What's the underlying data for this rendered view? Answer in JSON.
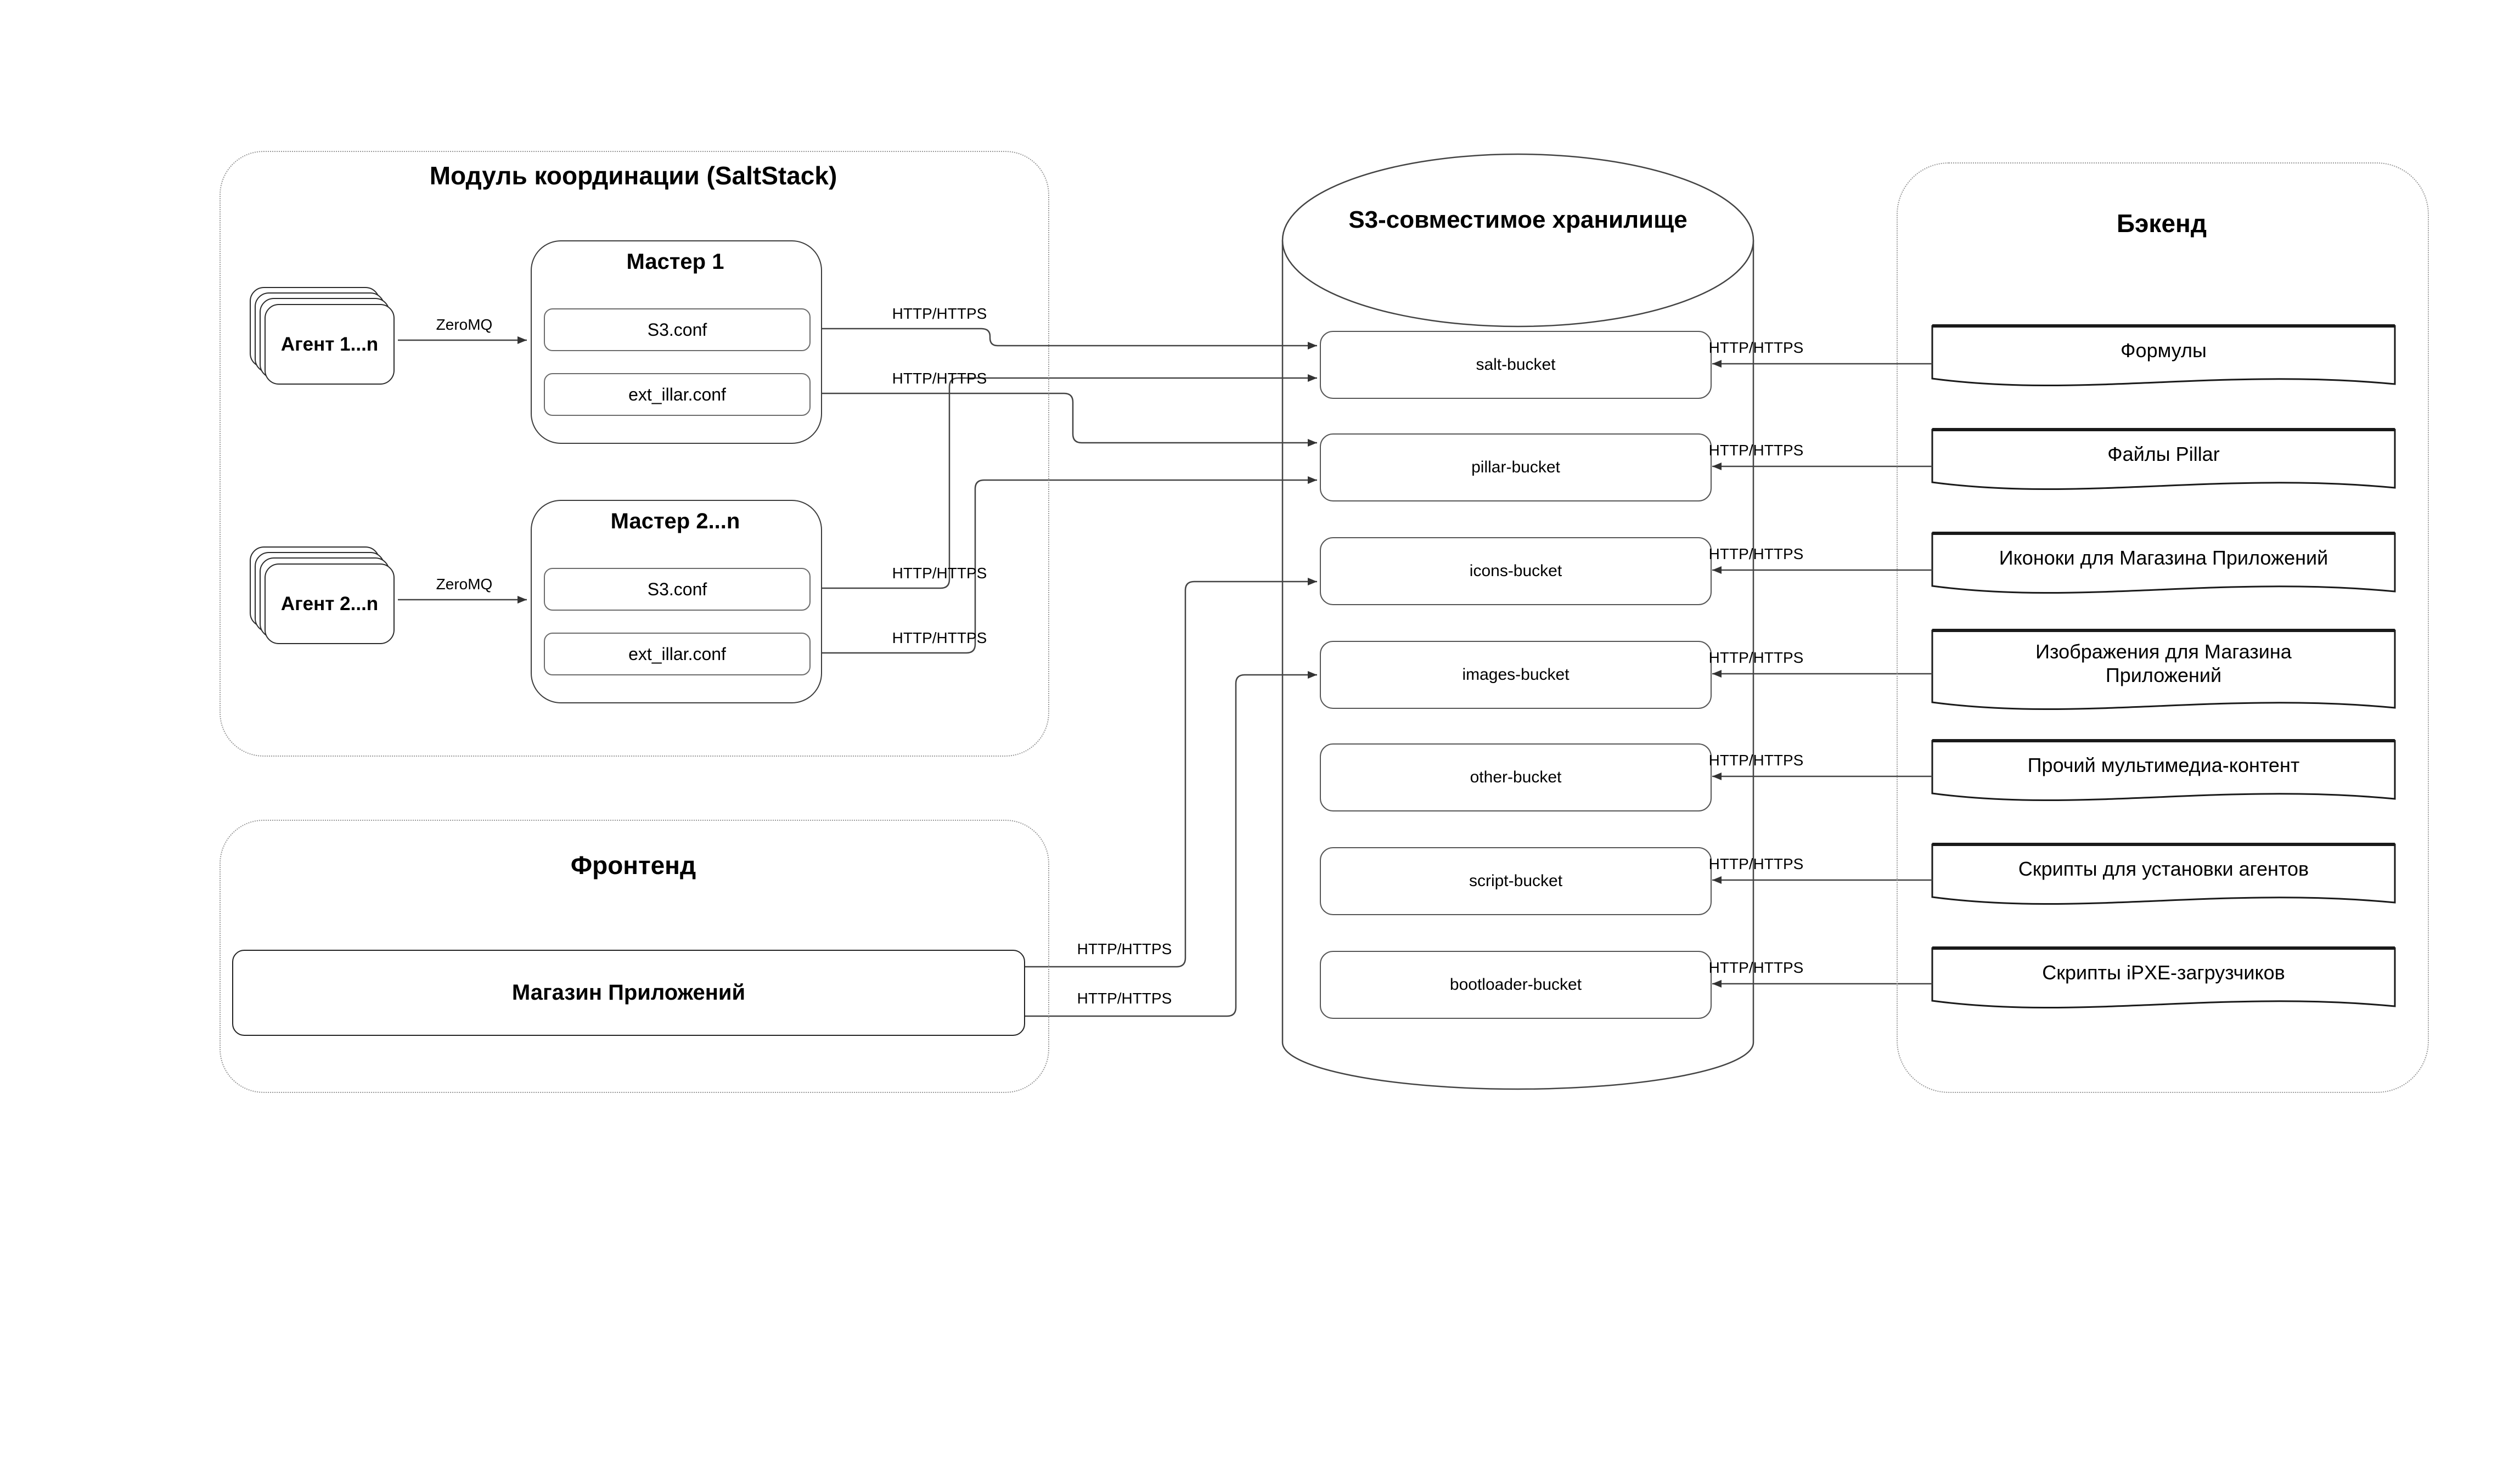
{
  "diagram": {
    "coordination_module": {
      "title": "Модуль координации (SaltStack)",
      "agent_groups": [
        {
          "label": "Агент 1...n",
          "protocol": "ZeroMQ"
        },
        {
          "label": "Агент 2...n",
          "protocol": "ZeroMQ"
        }
      ],
      "masters": [
        {
          "title": "Мастер 1",
          "configs": [
            "S3.conf",
            "ext_illar.conf"
          ]
        },
        {
          "title": "Мастер 2...n",
          "configs": [
            "S3.conf",
            "ext_illar.conf"
          ]
        }
      ]
    },
    "frontend": {
      "title": "Фронтенд",
      "app_store": "Магазин Приложений"
    },
    "storage": {
      "title": "S3-совместимое хранилище",
      "buckets": [
        "salt-bucket",
        "pillar-bucket",
        "icons-bucket",
        "images-bucket",
        "other-bucket",
        "script-bucket",
        "bootloader-bucket"
      ]
    },
    "backend": {
      "title": "Бэкенд",
      "artifacts": [
        "Формулы",
        "Файлы Pillar",
        "Иконоки для Магазина Приложений",
        "Изображения для Магазина Приложений",
        "Прочий мультимедиа-контент",
        "Скрипты для установки агентов",
        "Скрипты iPXE-загрузчиков"
      ]
    },
    "labels": {
      "zeromq": "ZeroMQ",
      "http": "HTTP/HTTPS"
    }
  }
}
